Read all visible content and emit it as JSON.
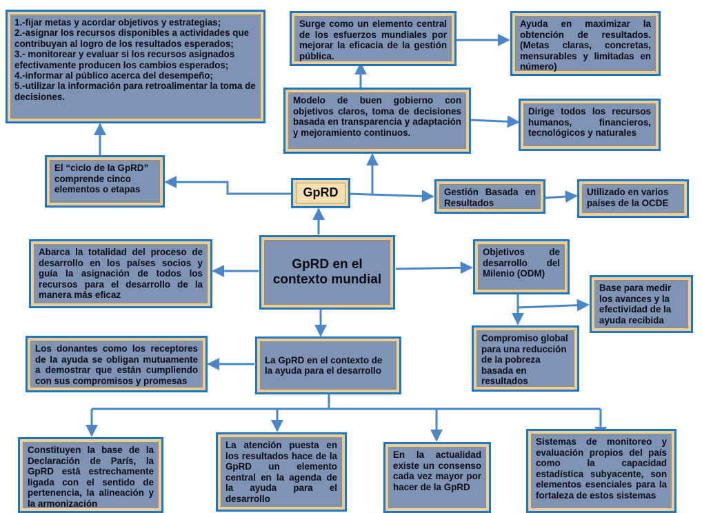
{
  "nodes": {
    "ciclo_list": "1.-fijar metas y acordar objetivos y estrategias;\n2.-asignar los recursos disponibles a actividades que contribuyan al logro de los resultados esperados;\n3.- monitorear y evaluar si los recursos asignados efectivamente producen los cambios esperados;\n4.-informar al público acerca del desempeño;\n5.-utilizar la información para retroalimentar la toma de decisiones.",
    "surge": "Surge como un elemento central de los esfuerzos mundiales por mejorar la eficacia de la gestión pública.",
    "ayuda_max": "Ayuda en maximizar la obtención de resultados. (Metas claras, concretas, mensurables y limitadas en número)",
    "modelo": "Modelo de buen gobierno con objetivos claros, toma de decisiones basada en transparencia y adaptación y mejoramiento continuos.",
    "dirige": "Dirige todos los recursos humanos, financieros, tecnológicos y naturales",
    "ciclo": "El “ciclo de la GpRD” comprende cinco elementos o etapas",
    "gprd": "GpRD",
    "gestion": "Gestión Basada en Resultados",
    "ocde": "Utilizado en varios países de la OCDE",
    "abarca": "Abarca la totalidad del proceso de desarrollo en los países socios y guía la asignación de todos los recursos para el desarrollo de la manera más eficaz",
    "contexto_mundial": "GpRD en el contexto mundial",
    "odm": "Objetivos de desarrollo del Milenio (ODM)",
    "base_medir": "Base para medir los avances y la efectividad de la ayuda recibida",
    "compromiso": "Compromiso global para una reducción de la pobreza basada en resultados",
    "donantes": "Los donantes como los receptores de la ayuda se obligan mutuamente a demostrar que están cumpliendo con sus compromisos y promesas",
    "contexto_ayuda": "La GpRD en el contexto de la ayuda para el desarrollo",
    "paris": "Constituyen la base de la Declaración de París, la GpRD está estrechamente ligada con el sentido de pertenencia, la alineación y la armonización",
    "atencion": "La atención puesta en los resultados hace de la GpRD un elemento central en la agenda de la ayuda para el desarrollo",
    "actualidad": "En la actualidad existe un consenso cada vez mayor por hacer de la GpRD",
    "sistemas": "Sistemas de monitoreo y evaluación propios del país como la capacidad estadística subyacente, son elementos esenciales para la fortaleza de estos sistemas"
  },
  "colors": {
    "box_fill": "#7f93b4",
    "box_border": "#1f76c4",
    "frame": "#e7cf9c",
    "connector": "#4a86c8"
  }
}
